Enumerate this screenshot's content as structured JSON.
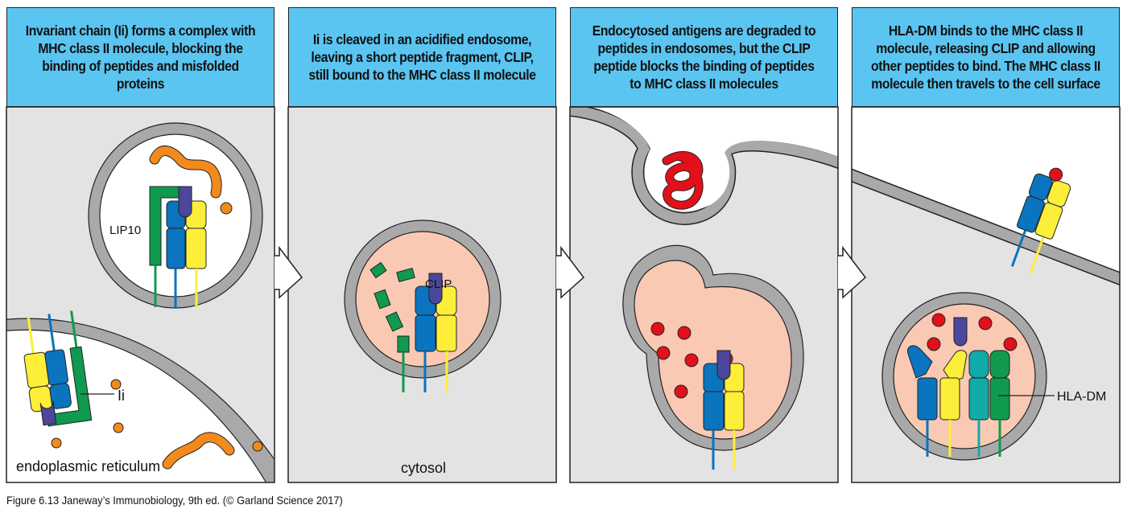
{
  "panels": [
    {
      "caption": "Invariant chain (Ii) forms a complex with MHC class II molecule, blocking the binding of peptides and misfolded proteins",
      "labels": {
        "lip10": "LIP10",
        "ii": "Ii",
        "er": "endoplasmic reticulum"
      }
    },
    {
      "caption": "Ii is cleaved in an acidified endosome, leaving a short peptide fragment, CLIP, still bound to the MHC class II molecule",
      "labels": {
        "clip": "CLIP",
        "cytosol": "cytosol"
      }
    },
    {
      "caption": "Endocytosed antigens are degraded to peptides in endosomes, but the CLIP peptide blocks the binding of peptides to MHC class II molecules",
      "labels": {}
    },
    {
      "caption": "HLA-DM binds to the MHC class II molecule, releasing CLIP and allowing other peptides to bind. The MHC class II molecule then travels to the cell surface",
      "labels": {
        "hladm": "HLA-DM"
      }
    }
  ],
  "figure_caption": "Figure 6.13  Janeway’s Immunobiology, 9th ed. (© Garland Science 2017)",
  "colors": {
    "header": "#5bc5f2",
    "cytosol": "#e3e3e3",
    "membrane": "#a9a9aa",
    "endosome_lumen": "#f9c9b3",
    "alpha_chain": "#0a74bf",
    "beta_chain": "#fdee3a",
    "invariant_chain": "#0f9a4f",
    "clip": "#4b479c",
    "peptide": "#e2101b",
    "misfolded_protein": "#f28a1e",
    "hla_dm_alpha": "#12aaa8",
    "hla_dm_beta": "#0f9a4f"
  }
}
